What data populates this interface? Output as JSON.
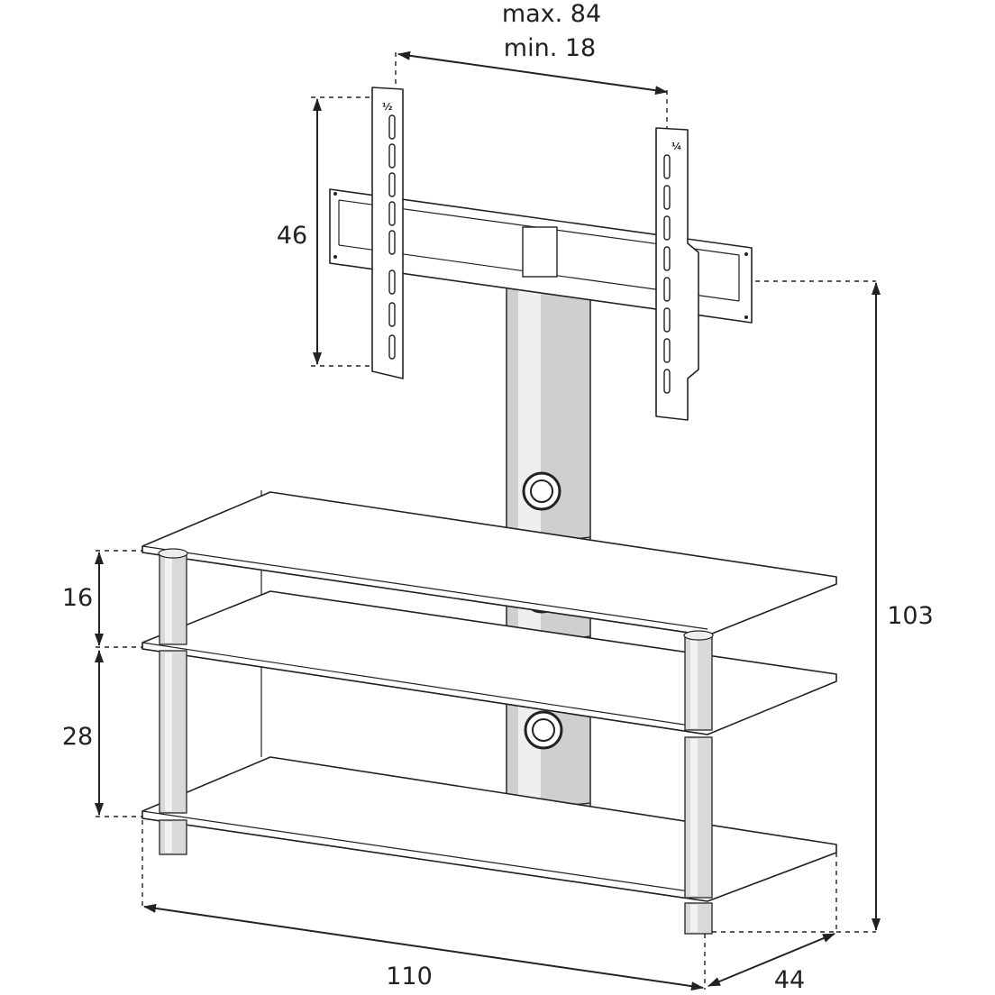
{
  "dimensions": {
    "bracket_spacing_max": "max. 84",
    "bracket_spacing_min": "min. 18",
    "bracket_height": "46",
    "total_height": "103",
    "shelf_gap_top": "16",
    "shelf_gap_bottom": "28",
    "width": "110",
    "depth": "44"
  }
}
